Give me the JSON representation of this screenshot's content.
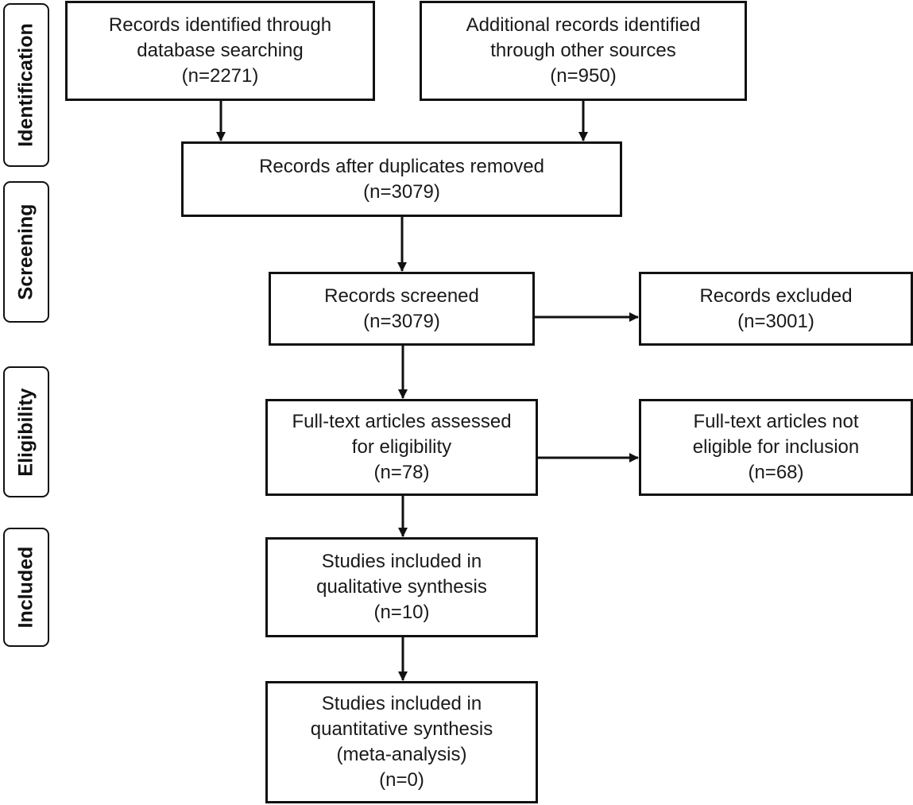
{
  "stages": {
    "identification": "Identification",
    "screening": "Screening",
    "eligibility": "Eligibility",
    "included": "Included"
  },
  "boxes": {
    "database": [
      "Records identified through",
      "database searching",
      "(n=2271)"
    ],
    "other_sources": [
      "Additional records identified",
      "through other sources",
      "(n=950)"
    ],
    "after_duplicates": [
      "Records after duplicates removed",
      "(n=3079)"
    ],
    "screened": [
      "Records screened",
      "(n=3079)"
    ],
    "excluded": [
      "Records excluded",
      "(n=3001)"
    ],
    "fulltext_assessed": [
      "Full-text articles assessed",
      "for eligibility",
      "(n=78)"
    ],
    "not_eligible": [
      "Full-text articles not",
      "eligible for inclusion",
      "(n=68)"
    ],
    "qualitative": [
      "Studies included in",
      "qualitative synthesis",
      "(n=10)"
    ],
    "quantitative": [
      "Studies included in",
      "quantitative synthesis",
      "(meta-analysis)",
      "(n=0)"
    ]
  }
}
